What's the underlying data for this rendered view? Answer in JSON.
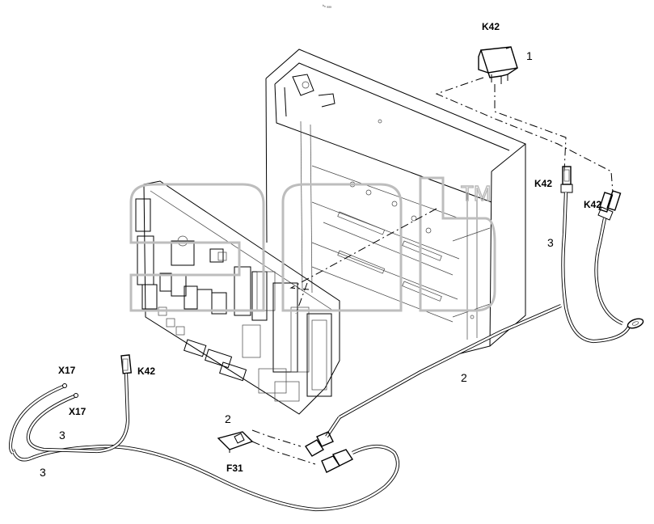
{
  "diagram": {
    "callouts": {
      "k42_relay": "K42",
      "k42_upper_left": "K42",
      "k42_upper_right": "K42",
      "k42_lower": "K42",
      "x17_top": "X17",
      "x17_bottom": "X17",
      "f31": "F31"
    },
    "item_numbers": {
      "relay": "1",
      "fuse_holder": "2",
      "harness_main": "2",
      "harness_right": "3",
      "harness_left_a": "3",
      "harness_left_b": "3"
    },
    "watermark": {
      "tm": "TM"
    },
    "page_mark": "ᵇₙ ₐₐₐ"
  }
}
